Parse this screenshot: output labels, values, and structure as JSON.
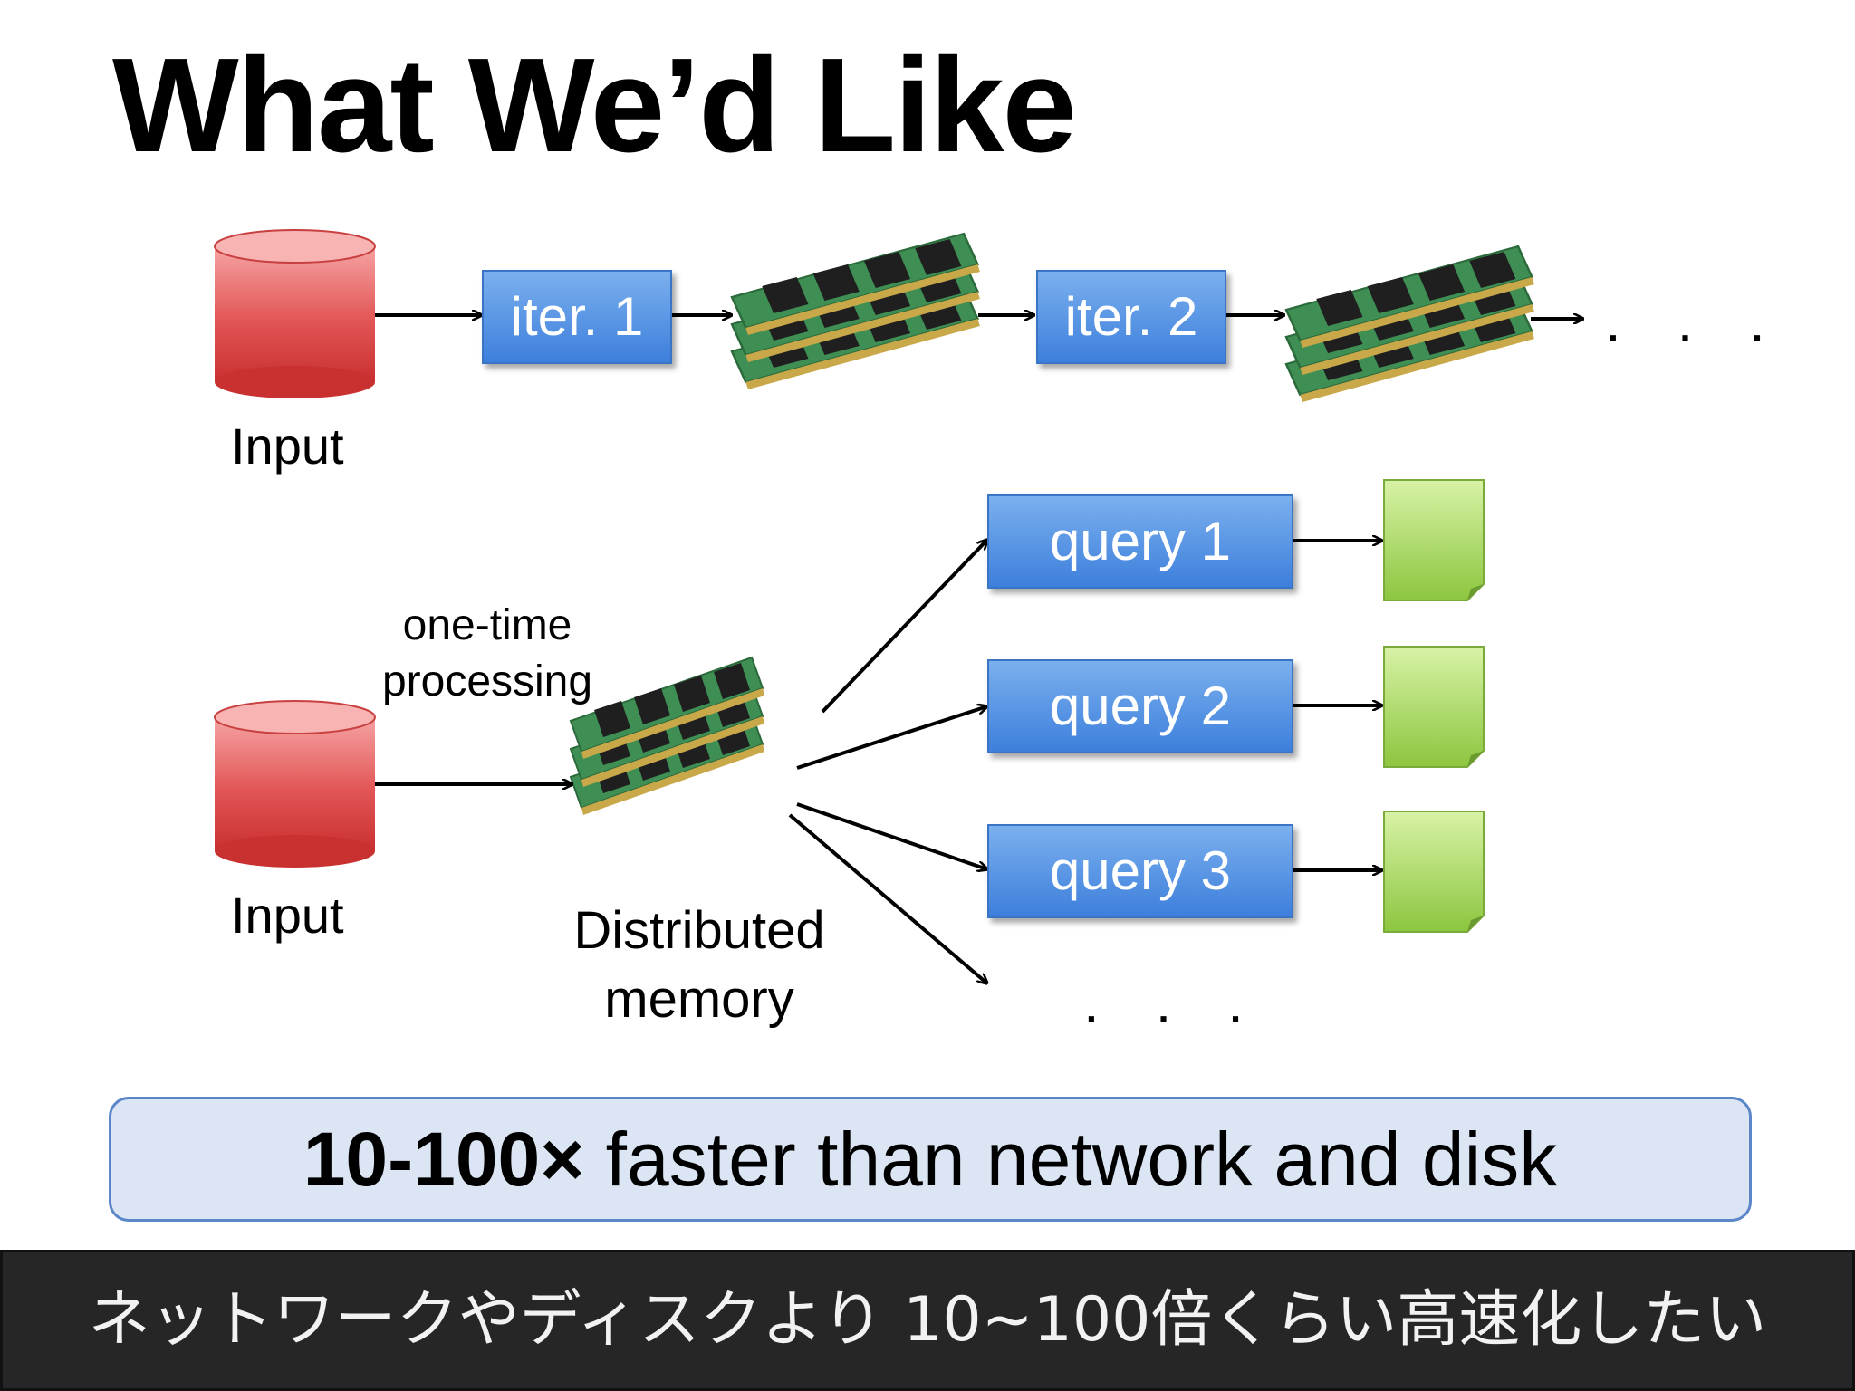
{
  "title": "What We’d Like",
  "iterative": {
    "input_label": "Input",
    "steps": [
      "iter. 1",
      "iter. 2"
    ],
    "ellipsis": ". . ."
  },
  "interactive": {
    "input_label": "Input",
    "edge_label": "one-time processing",
    "memory_label": "Distributed memory",
    "queries": [
      "query 1",
      "query 2",
      "query 3"
    ],
    "ellipsis": ". . ."
  },
  "speed": {
    "bold": "10-100×",
    "rest": " faster than network and disk"
  },
  "subtitle": "ネットワークやディスクより 10~100倍くらい高速化したい",
  "colors": {
    "cylinder": "#e04545",
    "box_blue": "#4a8ae0",
    "doc_green": "#9ed24a",
    "subtitle_bg": "#262626"
  },
  "icons": [
    "database-cylinder-icon",
    "ram-module-stack-icon",
    "result-document-icon",
    "arrow-icon"
  ]
}
